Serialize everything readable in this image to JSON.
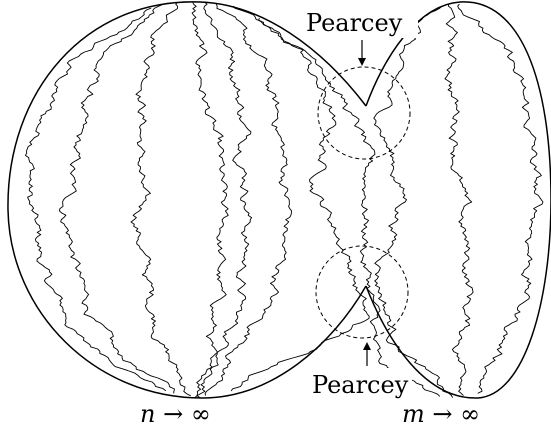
{
  "labels": {
    "pearcey_top": "Pearcey",
    "pearcey_bottom": "Pearcey",
    "n_limit": "n → ∞",
    "m_limit": "m → ∞"
  },
  "colors": {
    "stroke": "#000000",
    "background": "#ffffff"
  },
  "paths": {
    "count": 11
  }
}
